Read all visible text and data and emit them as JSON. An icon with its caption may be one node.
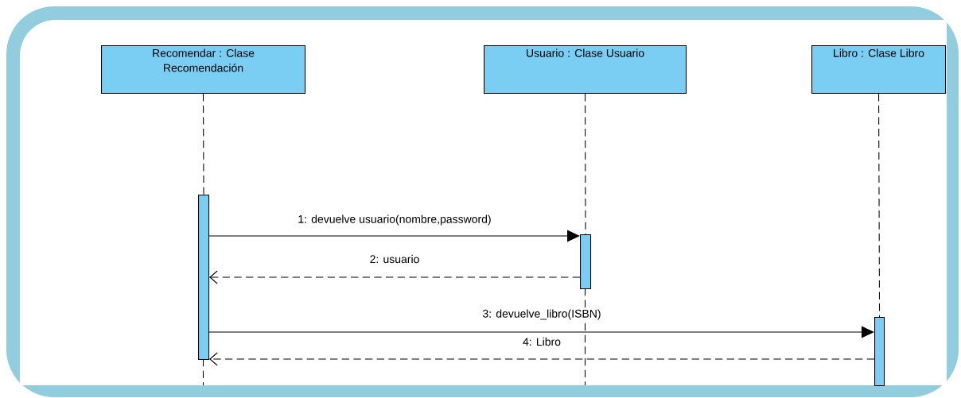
{
  "diagram": {
    "nodes": [
      {
        "text": [
          "Recomendar : Clase Recomendación"
        ]
      },
      {
        "text": [
          "Usuario : Clase Usuario"
        ]
      },
      {
        "text": [
          "Libro : Clase Libro"
        ]
      },
      {
        "text": [],
        "shape": "bar"
      },
      {
        "text": [],
        "shape": "bar"
      },
      {
        "text": [],
        "shape": "bar"
      }
    ],
    "edges": [
      {
        "from": 0,
        "to": 3,
        "arrow": "none",
        "style": "dashed"
      },
      {
        "from": 1,
        "to": 4,
        "arrow": "none",
        "style": "dashed"
      },
      {
        "from": 2,
        "to": 5,
        "arrow": "none",
        "style": "dashed"
      },
      {
        "from": 3,
        "to": 4,
        "arrow": "to",
        "label": "1: devuelve usuario(nombre,password)"
      },
      {
        "from": 4,
        "to": 3,
        "arrow": "to",
        "label": "2: usuario",
        "style": "dashed"
      },
      {
        "from": 3,
        "to": 5,
        "arrow": "to",
        "label": "3: devuelve_libro(ISBN)"
      },
      {
        "from": 5,
        "to": 3,
        "arrow": "to",
        "label": "4: Libro",
        "style": "dashed"
      }
    ]
  }
}
